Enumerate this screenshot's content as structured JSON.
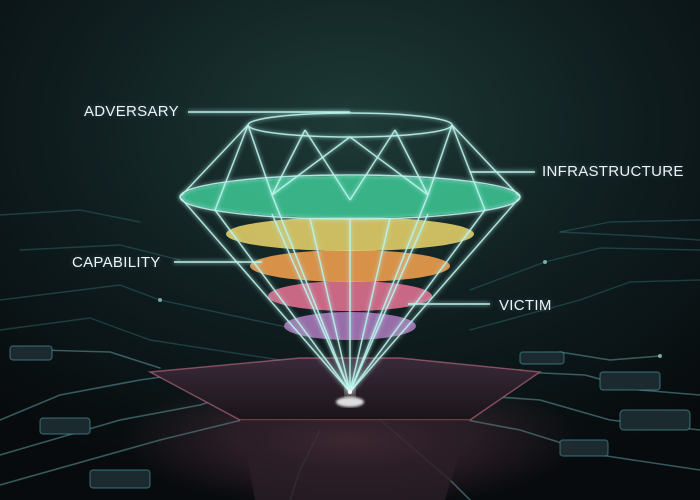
{
  "labels": {
    "adversary": "ADVERSARY",
    "infrastructure": "INFRASTRUCTURE",
    "capability": "CAPABILITY",
    "victim": "VICTIM"
  },
  "colors": {
    "background": "#0b1114",
    "wireframe": "#b9f3ec",
    "layer_1": "#3fcf9a",
    "layer_2": "#e6d26a",
    "layer_3": "#f2a04e",
    "layer_4": "#f0779a",
    "layer_5": "#c78ad8",
    "pad_glow": "#c9607a"
  }
}
